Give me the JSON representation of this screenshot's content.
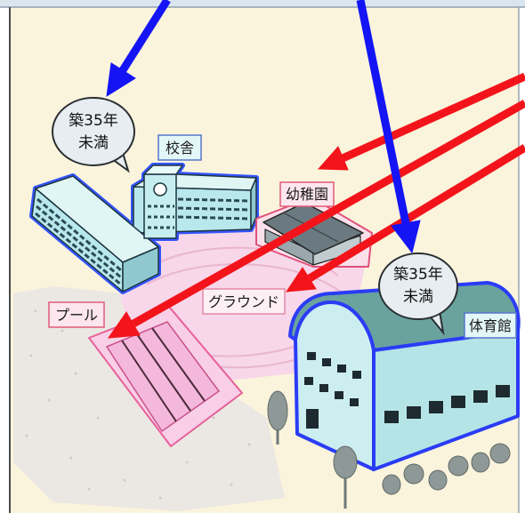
{
  "labels": {
    "school": "校舎",
    "kindergarten": "幼稚園",
    "ground": "グラウンド",
    "pool": "プール",
    "gym": "体育館"
  },
  "bubbles": {
    "school": {
      "line1": "築35年",
      "line2": "未満"
    },
    "gym": {
      "line1": "築35年",
      "line2": "未満"
    }
  },
  "colors": {
    "blue_arrow": "#1414f5",
    "red_arrow": "#f2141a",
    "background": "#fbf4dc",
    "building_wall": "#bfeef0",
    "pink_area": "#f7d7e9"
  }
}
